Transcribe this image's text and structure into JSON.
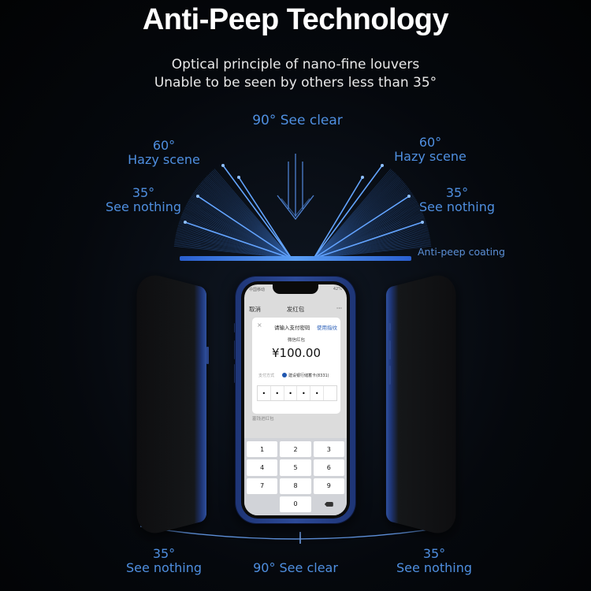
{
  "header": {
    "title": "Anti-Peep Technology",
    "subtitle_line1": "Optical principle of nano-fine louvers",
    "subtitle_line2": "Unable to be seen by others less than 35°"
  },
  "top_diagram": {
    "center_label": "90° See clear",
    "left_60": {
      "angle": "60°",
      "text": "Hazy scene"
    },
    "right_60": {
      "angle": "60°",
      "text": "Hazy scene"
    },
    "left_35": {
      "angle": "35°",
      "text": "See nothing"
    },
    "right_35": {
      "angle": "35°",
      "text": "See nothing"
    },
    "coating_label": "Anti-peep coating"
  },
  "phone_screen": {
    "status_left": "中国移动",
    "status_right": "42%",
    "nav_cancel": "取消",
    "nav_title": "发红包",
    "nav_more": "···",
    "modal_close": "×",
    "modal_title": "请输入支付密码",
    "modal_fingerprint": "使用指纹",
    "modal_envelope": "微信红包",
    "modal_amount": "¥100.00",
    "pay_method_label": "支付方式",
    "pay_card": "建设银行储蓄卡(8331)",
    "password_dots": [
      "•",
      "•",
      "•",
      "•",
      "•",
      ""
    ],
    "below_modal_text": "塞钱进红包",
    "keypad": [
      "1",
      "2",
      "3",
      "4",
      "5",
      "6",
      "7",
      "8",
      "9",
      "",
      "0",
      "⌫"
    ]
  },
  "bottom_diagram": {
    "left": {
      "angle": "35°",
      "text": "See nothing"
    },
    "center": "90° See clear",
    "right": {
      "angle": "35°",
      "text": "See nothing"
    }
  },
  "colors": {
    "background": "#05080d",
    "accent_blue": "#4f8fe0",
    "phone_frame": "#2d4a98"
  }
}
